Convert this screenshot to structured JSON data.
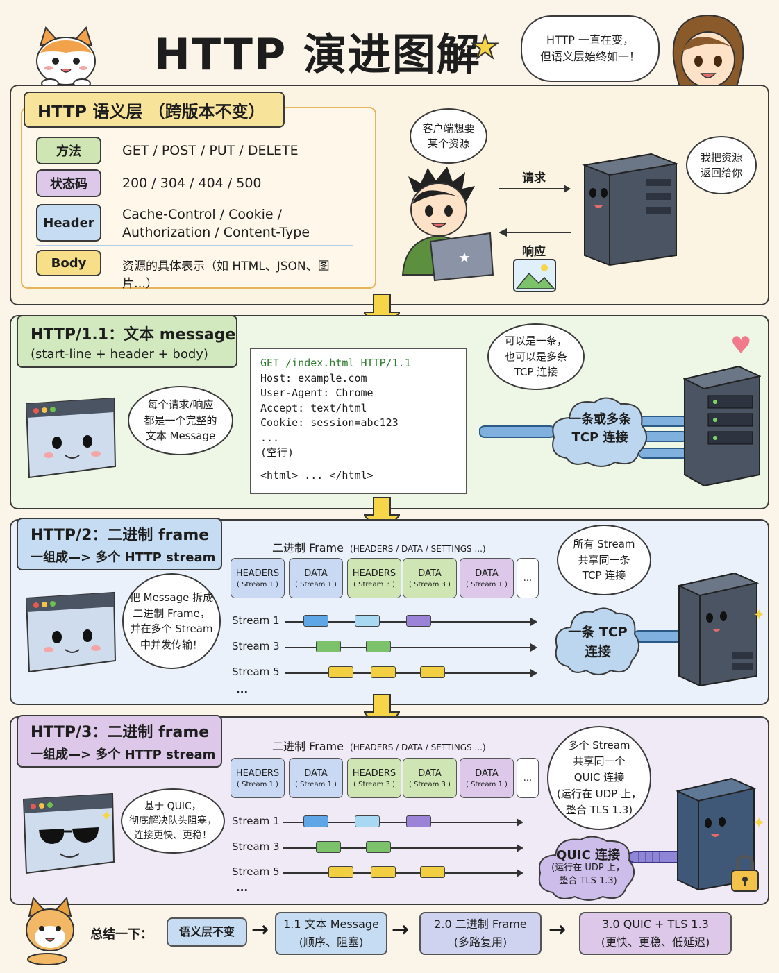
{
  "title": "HTTP 演进图解",
  "girl_bubble": "HTTP 一直在变，\n但语义层始终如一！",
  "semantic": {
    "heading": "HTTP 语义层 （跨版本不变）",
    "rows": [
      {
        "label": "方法",
        "value": "GET / POST / PUT / DELETE",
        "color": "#cfe6b4"
      },
      {
        "label": "状态码",
        "value": "200 / 304 / 404 / 500",
        "color": "#ddc8ea"
      },
      {
        "label": "Header",
        "value": "Cache-Control / Cookie /\nAuthorization / Content-Type",
        "color": "#c6dcf2"
      },
      {
        "label": "Body",
        "value": "资源的具体表示（如 HTML、JSON、图片…）",
        "color": "#f7df8a"
      }
    ],
    "client_bubble": "客户端想要\n某个资源",
    "server_bubble": "我把资源\n返回给你",
    "request_label": "请求",
    "response_label": "响应"
  },
  "http11": {
    "heading1": "HTTP/1.1：文本 message",
    "heading2": "(start-line + header + body)",
    "browser_bubble": "每个请求/响应\n都是一个完整的\n文本 Message",
    "code": [
      "GET /index.html HTTP/1.1",
      "Host: example.com",
      "User-Agent: Chrome",
      "Accept: text/html",
      "Cookie: session=abc123",
      "...",
      "(空行)",
      "<html> ... </html>"
    ],
    "conn_bubble": "可以是一条，\n也可以是多条\nTCP 连接",
    "cloud": "一条或多条\nTCP 连接"
  },
  "http2": {
    "heading1": "HTTP/2：二进制 frame",
    "heading2": "一组成—> 多个 HTTP stream",
    "frames_title": "二进制 Frame",
    "frames_sub": "(HEADERS / DATA / SETTINGS ...)",
    "frames": [
      {
        "type": "HEADERS",
        "stream": "( Stream 1 )",
        "color": "#c9d8f3"
      },
      {
        "type": "DATA",
        "stream": "( Stream 1 )",
        "color": "#c9d8f3"
      },
      {
        "type": "HEADERS",
        "stream": "( Stream 3 )",
        "color": "#cfe6b4"
      },
      {
        "type": "DATA",
        "stream": "( Stream 3 )",
        "color": "#cfe6b4"
      },
      {
        "type": "DATA",
        "stream": "( Stream 1 )",
        "color": "#ddc8ea"
      }
    ],
    "more": "...",
    "streams": [
      "Stream 1",
      "Stream 3",
      "Stream 5"
    ],
    "streams_more": "...",
    "browser_bubble": "把 Message 拆成\n二进制 Frame，\n并在多个 Stream\n中并发传输！",
    "share_bubble": "所有 Stream\n共享同一条\nTCP 连接",
    "cloud": "一条 TCP\n连接"
  },
  "http3": {
    "heading1": "HTTP/3：二进制 frame",
    "heading2": "一组成—> 多个 HTTP stream",
    "frames_title": "二进制 Frame",
    "frames_sub": "(HEADERS / DATA / SETTINGS ...)",
    "frames": [
      {
        "type": "HEADERS",
        "stream": "( Stream 1 )",
        "color": "#c9d8f3"
      },
      {
        "type": "DATA",
        "stream": "( Stream 1 )",
        "color": "#c9d8f3"
      },
      {
        "type": "HEADERS",
        "stream": "( Stream 3 )",
        "color": "#cfe6b4"
      },
      {
        "type": "DATA",
        "stream": "( Stream 3 )",
        "color": "#cfe6b4"
      },
      {
        "type": "DATA",
        "stream": "( Stream 1 )",
        "color": "#ddc8ea"
      }
    ],
    "more": "...",
    "streams": [
      "Stream 1",
      "Stream 3",
      "Stream 5"
    ],
    "streams_more": "...",
    "browser_bubble": "基于 QUIC，\n彻底解决队头阻塞，\n连接更快、更稳！",
    "share_bubble": "多个 Stream\n共享同一个\nQUIC 连接\n(运行在 UDP 上，\n整合 TLS 1.3)",
    "cloud_title": "QUIC 连接",
    "cloud_sub": "(运行在 UDP 上，\n整合 TLS 1.3)"
  },
  "summary": {
    "label": "总结一下：",
    "items": [
      {
        "text": "语义层不变",
        "color": "#c6dcf2"
      },
      {
        "text": "1.1 文本 Message\n(顺序、阻塞)",
        "color": "#c6dcf2"
      },
      {
        "text": "2.0 二进制 Frame\n(多路复用)",
        "color": "#cfd3f0"
      },
      {
        "text": "3.0 QUIC + TLS 1.3\n(更快、更稳、低延迟)",
        "color": "#ddc8ea"
      }
    ]
  },
  "colors": {
    "blue_chip": "#5ea6e6",
    "light_blue_chip": "#a9d8f3",
    "purple_chip": "#9b84d8",
    "green_chip": "#7cc26a",
    "yellow_chip": "#f2cf40",
    "arrow_yellow": "#f6d548"
  }
}
